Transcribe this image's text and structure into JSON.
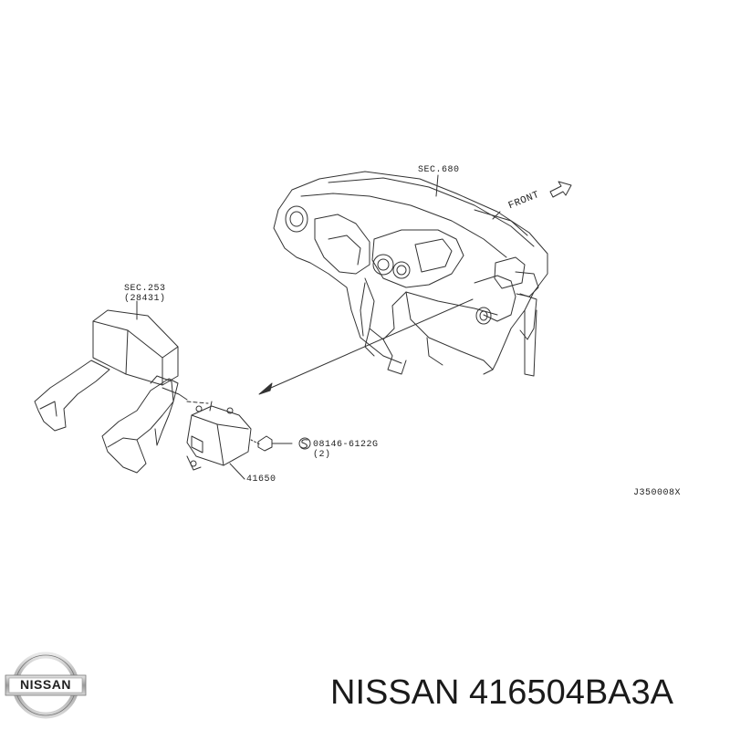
{
  "labels": {
    "sec680": "SEC.680",
    "front": "FRONT",
    "sec253": "SEC.253",
    "sec253_sub": "(28431)",
    "bolt": "08146-6122G",
    "bolt_qty": "(2)",
    "part": "41650",
    "code": "J350008X"
  },
  "footer": {
    "brand_logo_text": "NISSAN",
    "title": "NISSAN 416504BA3A"
  },
  "colors": {
    "line": "#333333",
    "text": "#222222"
  },
  "icons": {
    "logo": "nissan-logo",
    "bolt": "bolt-icon",
    "circle_s": "s-circle-icon"
  }
}
